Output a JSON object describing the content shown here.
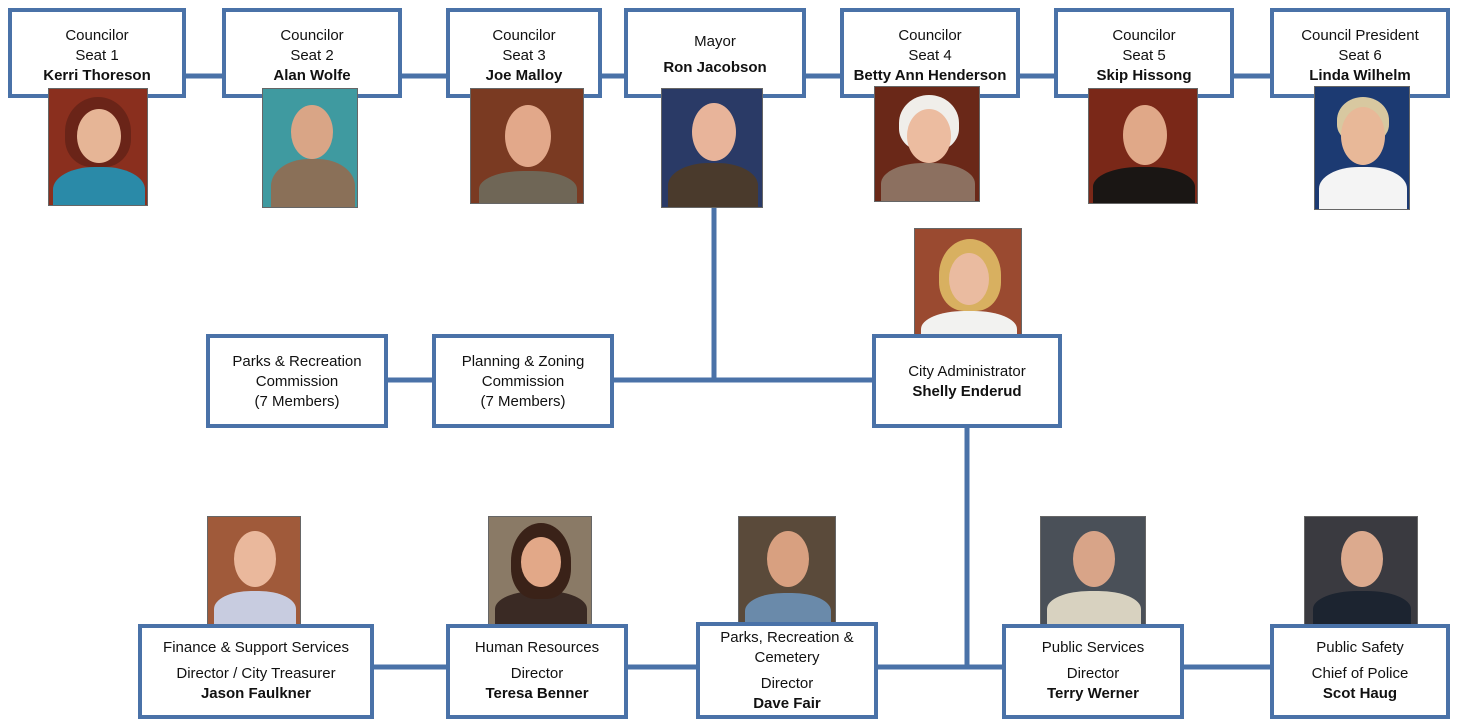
{
  "council": [
    {
      "role": "Councilor",
      "seat": "Seat 1",
      "name": "Kerri Thoreson"
    },
    {
      "role": "Councilor",
      "seat": "Seat 2",
      "name": "Alan Wolfe"
    },
    {
      "role": "Councilor",
      "seat": "Seat 3",
      "name": "Joe Malloy"
    },
    {
      "role": "Mayor",
      "seat": "",
      "name": "Ron Jacobson"
    },
    {
      "role": "Councilor",
      "seat": "Seat 4",
      "name": "Betty Ann Henderson"
    },
    {
      "role": "Councilor",
      "seat": "Seat 5",
      "name": "Skip Hissong"
    },
    {
      "role": "Council President",
      "seat": "Seat 6",
      "name": "Linda Wilhelm"
    }
  ],
  "commissions": [
    {
      "line1": "Parks & Recreation",
      "line2": "Commission",
      "line3": "(7 Members)"
    },
    {
      "line1": "Planning & Zoning",
      "line2": "Commission",
      "line3": "(7 Members)"
    }
  ],
  "administrator": {
    "title": "City Administrator",
    "name": "Shelly Enderud"
  },
  "departments": [
    {
      "dept": "Finance & Support Services",
      "title": "Director / City Treasurer",
      "name": "Jason Faulkner"
    },
    {
      "dept": "Human Resources",
      "title": "Director",
      "name": "Teresa Benner"
    },
    {
      "dept": "Parks, Recreation & Cemetery",
      "title": "Director",
      "name": "Dave Fair"
    },
    {
      "dept": "Public Services",
      "title": "Director",
      "name": "Terry Werner"
    },
    {
      "dept": "Public Safety",
      "title": "Chief of Police",
      "name": "Scot Haug"
    }
  ],
  "colors": {
    "border": "#4a72a8",
    "connector": "#4a72a8"
  }
}
